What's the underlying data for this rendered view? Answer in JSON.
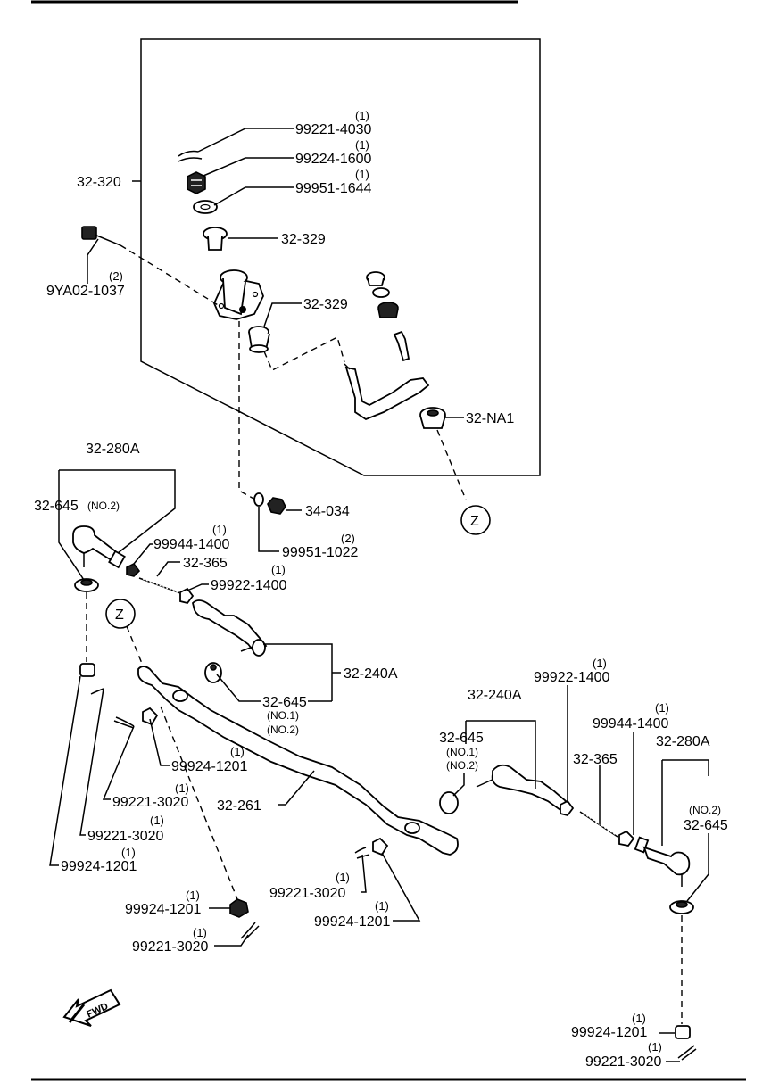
{
  "labels": {
    "p_32_320": "32-320",
    "p_99221_4030": "99221-4030",
    "q_99221_4030": "(1)",
    "p_99224_1600": "99224-1600",
    "q_99224_1600": "(1)",
    "p_99951_1644": "99951-1644",
    "q_99951_1644": "(1)",
    "p_32_329_a": "32-329",
    "p_32_329_b": "32-329",
    "p_9ya02_1037": "9YA02-1037",
    "q_9ya02_1037": "(2)",
    "p_32_na1": "32-NA1",
    "p_32_280a_left": "32-280A",
    "p_32_645_left": "32-645",
    "s_no2_left": "(NO.2)",
    "p_99944_1400_left": "99944-1400",
    "q_99944_1400_left": "(1)",
    "p_32_365_left": "32-365",
    "p_99922_1400_left": "99922-1400",
    "q_99922_1400_left": "(1)",
    "p_34_034": "34-034",
    "p_99951_1022": "99951-1022",
    "q_99951_1022": "(2)",
    "z_top": "Z",
    "z_mid": "Z",
    "p_32_240a_mid": "32-240A",
    "p_32_645_mid": "32-645",
    "s_no1_mid": "(NO.1)",
    "s_no2_mid": "(NO.2)",
    "p_99924_1201_a": "99924-1201",
    "q_99924_1201_a": "(1)",
    "p_99221_3020_a": "99221-3020",
    "q_99221_3020_a": "(1)",
    "p_32_261": "32-261",
    "p_99221_3020_b": "99221-3020",
    "q_99221_3020_b": "(1)",
    "p_99924_1201_b": "99924-1201",
    "q_99924_1201_b": "(1)",
    "p_99924_1201_c": "99924-1201",
    "q_99924_1201_c": "(1)",
    "p_99221_3020_c": "99221-3020",
    "q_99221_3020_c": "(1)",
    "p_99221_3020_d": "99221-3020",
    "q_99221_3020_d": "(1)",
    "p_99924_1201_d": "99924-1201",
    "q_99924_1201_d": "(1)",
    "p_32_240a_right": "32-240A",
    "p_32_645_right_mid": "32-645",
    "s_no1_right": "(NO.1)",
    "s_no2_right": "(NO.2)",
    "p_99922_1400_right": "99922-1400",
    "q_99922_1400_right": "(1)",
    "p_99944_1400_right": "99944-1400",
    "q_99944_1400_right": "(1)",
    "p_32_365_right": "32-365",
    "p_32_280a_right": "32-280A",
    "s_no2_right_end": "(NO.2)",
    "p_32_645_right_end": "32-645",
    "p_99924_1201_e": "99924-1201",
    "q_99924_1201_e": "(1)",
    "p_99221_3020_e": "99221-3020",
    "q_99221_3020_e": "(1)",
    "fwd": "FWD"
  }
}
